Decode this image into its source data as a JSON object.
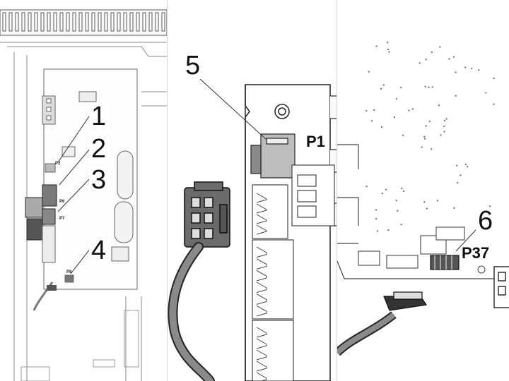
{
  "callouts": {
    "c1": "1",
    "c2": "2",
    "c3": "3",
    "c4": "4",
    "c5": "5",
    "c6": "6"
  },
  "connector_labels": {
    "p1": "P1",
    "p37": "P37",
    "p2": "P2",
    "p6": "P6",
    "p7": "P7",
    "p8": "P8"
  },
  "colors": {
    "line": "#333333",
    "connector_fill": "#666666",
    "cable": "#777777",
    "panel_border": "#d4d4d4"
  }
}
